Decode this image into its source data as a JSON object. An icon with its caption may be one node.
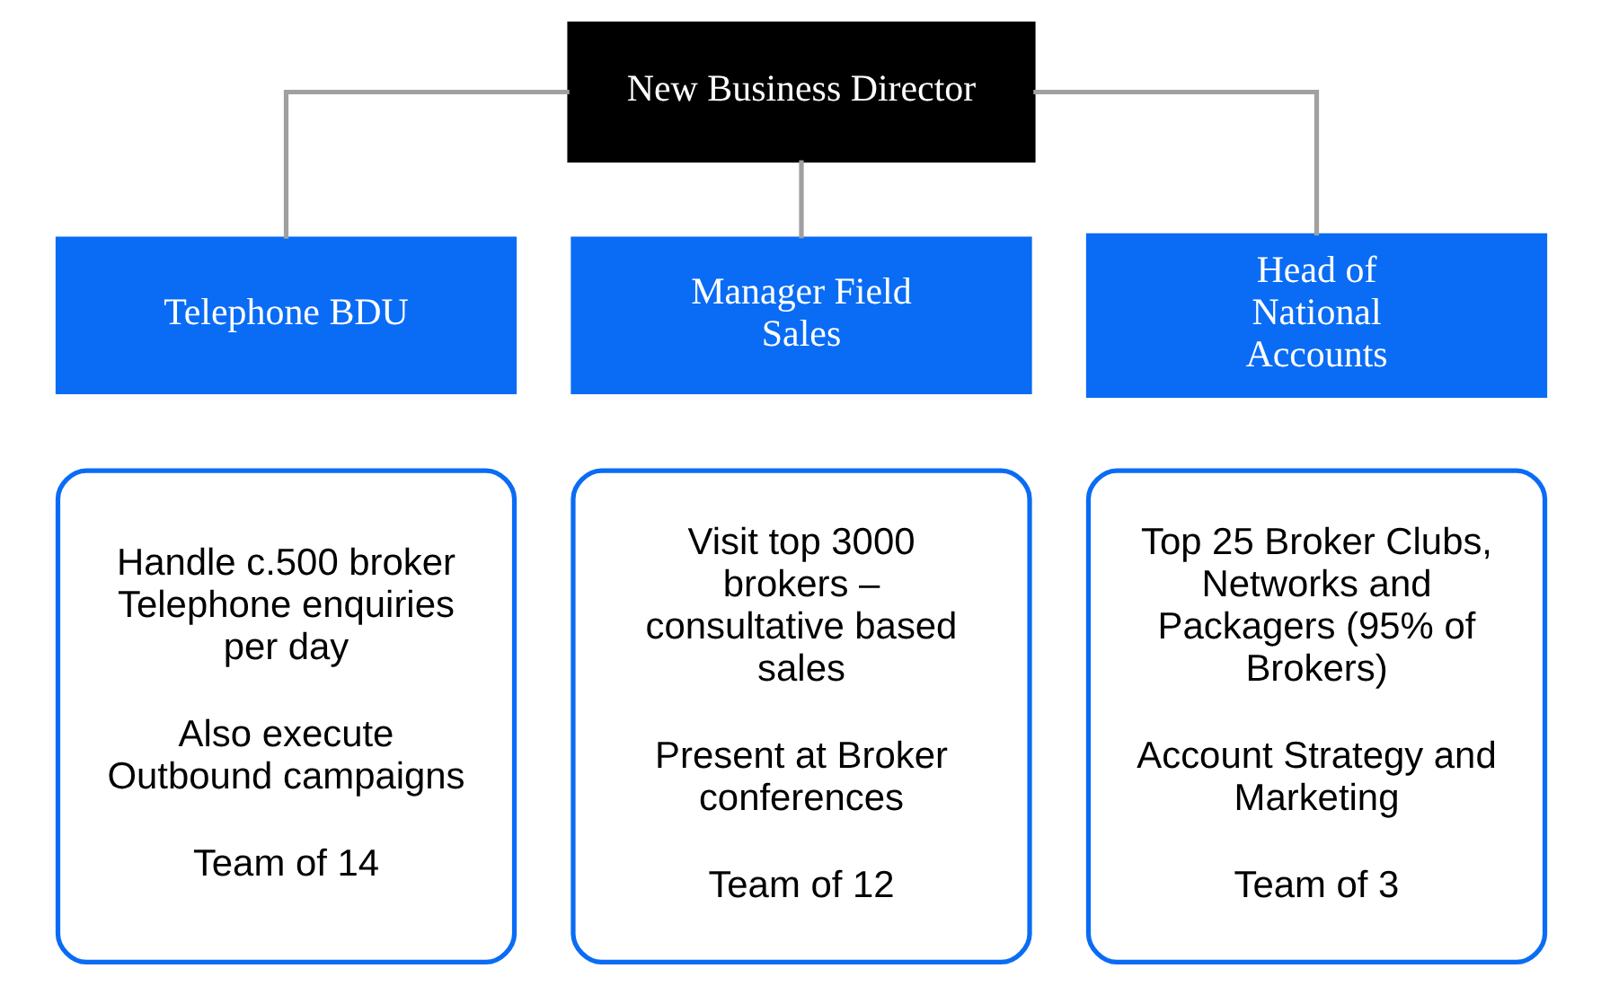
{
  "diagram": {
    "nodes": [
      {
        "text": [
          "New Business Director"
        ]
      },
      {
        "text": [
          "Telephone BDU"
        ]
      },
      {
        "text": [
          "Manager Field Sales"
        ]
      },
      {
        "text": [
          "Head of National Accounts"
        ]
      },
      {
        "text": [
          "Handle c.500 broker Telephone enquiries per day",
          "Also execute Outbound campaigns",
          "Team of 14"
        ]
      },
      {
        "text": [
          "Visit top 3000 brokers – consultative based sales",
          "Present at Broker conferences",
          "Team of 12"
        ]
      },
      {
        "text": [
          "Top 25 Broker Clubs, Networks and Packagers (95% of Brokers)",
          "Account Strategy and Marketing",
          "Team of 3"
        ]
      }
    ],
    "edges": [
      {
        "from": 0,
        "to": 1,
        "arrow": "none"
      },
      {
        "from": 0,
        "to": 2,
        "arrow": "none"
      },
      {
        "from": 0,
        "to": 3,
        "arrow": "none"
      }
    ]
  }
}
